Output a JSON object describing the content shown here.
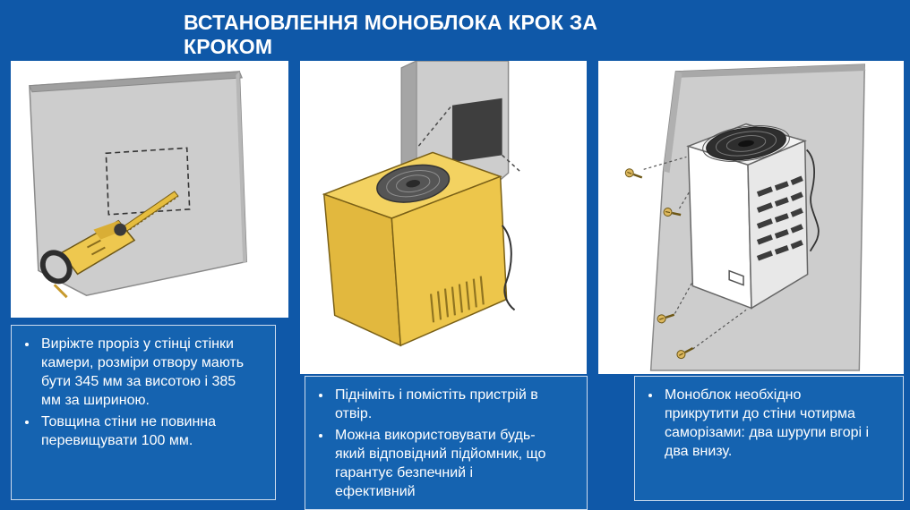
{
  "title": {
    "line1": "ВСТАНОВЛЕННЯ МОНОБЛОКА КРОК ЗА",
    "line2": "КРОКОМ"
  },
  "colors": {
    "background_blue": "#0f58a8",
    "note_box_blue": "#1563b0",
    "note_border": "#cddcee",
    "panel_white": "#ffffff",
    "unit_yellow": "#eec84f",
    "wall_gray": "#cdcdcd",
    "opening_dark": "#3e3e3e",
    "text_white": "#ffffff"
  },
  "illustrations": {
    "step1": "wall-cutout-with-reciprocating-saw",
    "step2": "monoblock-lifted-into-wall-opening",
    "step3": "monoblock-screwed-to-wall"
  },
  "steps": [
    {
      "bullets": [
        "Виріжте проріз у стінці стінки камери, розміри отвору мають бути 345 мм за висотою і 385 мм за шириною.",
        "Товщина стіни не повинна перевищувати 100 мм."
      ]
    },
    {
      "bullets": [
        "Підніміть і помістіть пристрій в отвір.",
        "Можна використовувати будь-який відповідний підйомник, що гарантує безпечний і ефективний"
      ]
    },
    {
      "bullets": [
        "Моноблок необхідно прикрутити до стіни чотирма саморізами: два шурупи вгорі і два внизу."
      ]
    }
  ]
}
